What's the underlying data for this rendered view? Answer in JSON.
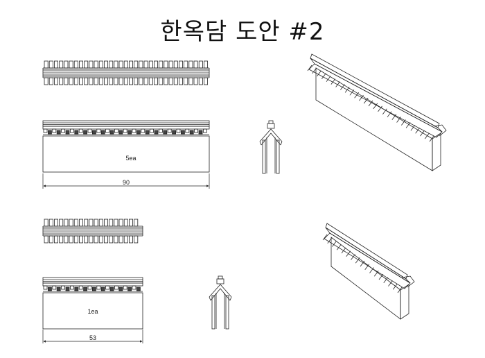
{
  "title": "한옥담 도안 #2",
  "parts": [
    {
      "id": "long",
      "label": "5ea",
      "dimension": "90"
    },
    {
      "id": "short",
      "label": "1ea",
      "dimension": "53"
    }
  ]
}
